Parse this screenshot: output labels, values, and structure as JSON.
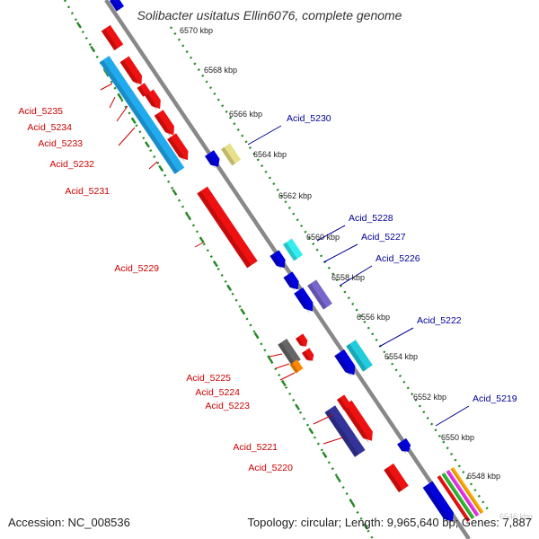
{
  "title": "Solibacter usitatus Ellin6076, complete genome",
  "footer": {
    "accession": "Accession: NC_008536",
    "summary": "Topology: circular; Length: 9,965,640 bp; Genes: 7,887"
  },
  "colors": {
    "left_label": "#cc0000",
    "right_label": "#000099",
    "backbone": "#888888",
    "tick_track": "#228822"
  },
  "kbp_ticks": [
    "6570 kbp",
    "6568 kbp",
    "6566 kbp",
    "6564 kbp",
    "6562 kbp",
    "6560 kbp",
    "6558 kbp",
    "6556 kbp",
    "6554 kbp",
    "6552 kbp",
    "6550 kbp",
    "6548 kbp",
    "6546 kbp"
  ],
  "left_labels": [
    "Acid_5235",
    "Acid_5234",
    "Acid_5233",
    "Acid_5232",
    "Acid_5231",
    "Acid_5229",
    "Acid_5225",
    "Acid_5224",
    "Acid_5223",
    "Acid_5221",
    "Acid_5220"
  ],
  "right_labels": [
    "Acid_5230",
    "Acid_5228",
    "Acid_5227",
    "Acid_5226",
    "Acid_5222",
    "Acid_5219"
  ]
}
